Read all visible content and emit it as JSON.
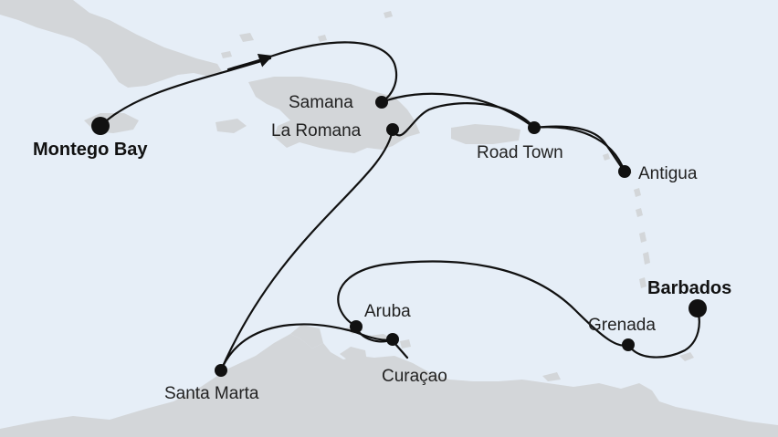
{
  "colors": {
    "sea": "#e6eef7",
    "land": "#d3d6d9",
    "route": "#111111"
  },
  "ports": {
    "montego_bay": "Montego Bay",
    "samana": "Samana",
    "la_romana": "La Romana",
    "road_town": "Road Town",
    "antigua": "Antigua",
    "barbados": "Barbados",
    "grenada": "Grenada",
    "aruba": "Aruba",
    "curacao": "Curaçao",
    "santa_marta": "Santa Marta"
  }
}
